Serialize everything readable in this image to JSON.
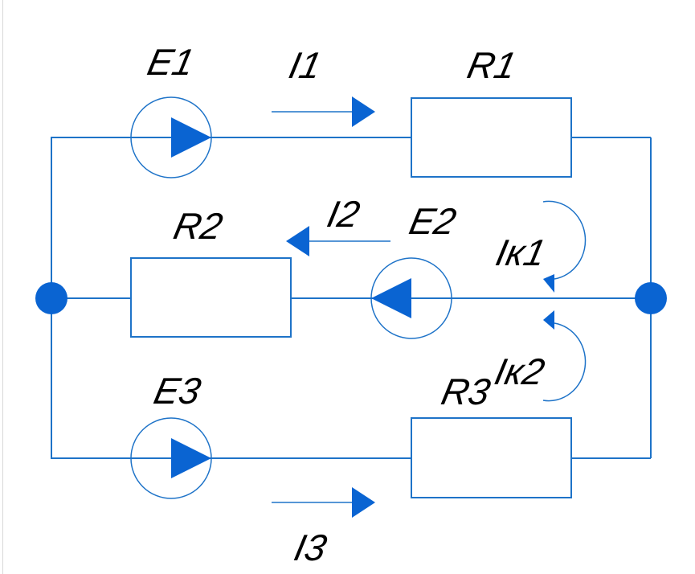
{
  "diagram": {
    "type": "electrical-circuit",
    "labels": {
      "E1": "E1",
      "E2": "E2",
      "E3": "E3",
      "R1": "R1",
      "R2": "R2",
      "R3": "R3",
      "I1": "I1",
      "I2": "I2",
      "I3": "I3",
      "Ik1": "Iк1",
      "Ik2": "Iк2"
    },
    "branches": [
      {
        "name": "top",
        "source": "E1",
        "resistor": "R1",
        "current": "I1",
        "current_direction": "right",
        "source_direction": "right"
      },
      {
        "name": "middle",
        "source": "E2",
        "resistor": "R2",
        "current": "I2",
        "current_direction": "left",
        "source_direction": "left"
      },
      {
        "name": "bottom",
        "source": "E3",
        "resistor": "R3",
        "current": "I3",
        "current_direction": "right",
        "source_direction": "right"
      }
    ],
    "loop_currents": [
      {
        "name": "Iк1",
        "direction": "clockwise"
      },
      {
        "name": "Iк2",
        "direction": "counterclockwise"
      }
    ],
    "nodes": [
      "left-node",
      "right-node"
    ],
    "colors": {
      "wire": "#1e73c8",
      "arrow": "#0a64d2",
      "text": "#000000"
    }
  }
}
